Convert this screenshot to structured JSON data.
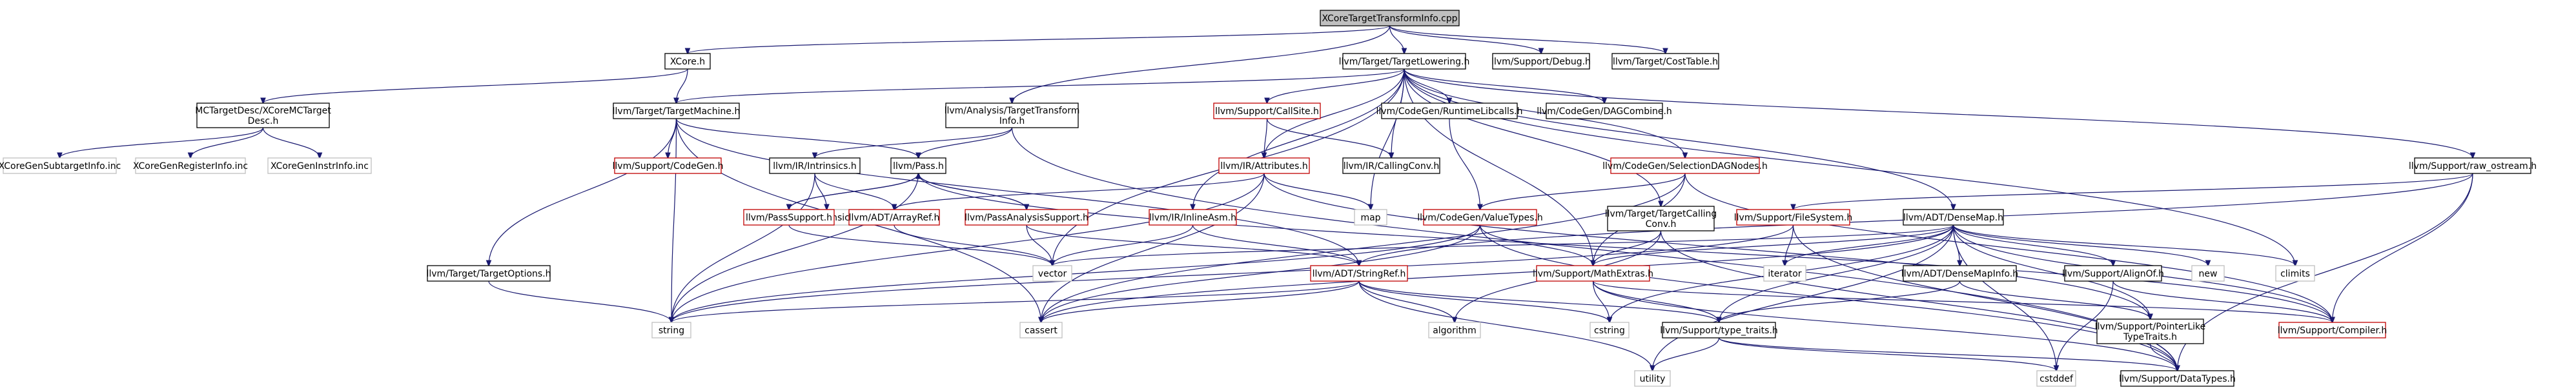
{
  "graph": {
    "root": "root",
    "nodes": [
      {
        "id": "root",
        "lines": [
          "XCoreTargetTransformInfo.cpp"
        ],
        "style": "root"
      },
      {
        "id": "xcore_h",
        "lines": [
          "XCore.h"
        ],
        "style": "normal"
      },
      {
        "id": "tlowering",
        "lines": [
          "llvm/Target/TargetLowering.h"
        ],
        "style": "normal"
      },
      {
        "id": "debug_h",
        "lines": [
          "llvm/Support/Debug.h"
        ],
        "style": "normal"
      },
      {
        "id": "costtable",
        "lines": [
          "llvm/Target/CostTable.h"
        ],
        "style": "normal"
      },
      {
        "id": "mctarget",
        "lines": [
          "MCTargetDesc/XCoreMCTarget",
          "Desc.h"
        ],
        "style": "normal"
      },
      {
        "id": "tmachine",
        "lines": [
          "llvm/Target/TargetMachine.h"
        ],
        "style": "normal"
      },
      {
        "id": "analysis_tti",
        "lines": [
          "llvm/Analysis/TargetTransform",
          "Info.h"
        ],
        "style": "normal"
      },
      {
        "id": "callsite",
        "lines": [
          "llvm/Support/CallSite.h"
        ],
        "style": "red"
      },
      {
        "id": "rtlibcalls",
        "lines": [
          "llvm/CodeGen/RuntimeLibcalls.h"
        ],
        "style": "normal"
      },
      {
        "id": "dagcombine",
        "lines": [
          "llvm/CodeGen/DAGCombine.h"
        ],
        "style": "normal"
      },
      {
        "id": "subtargetinfo",
        "lines": [
          "XCoreGenSubtargetInfo.inc"
        ],
        "style": "gray"
      },
      {
        "id": "registerinfo",
        "lines": [
          "XCoreGenRegisterInfo.inc"
        ],
        "style": "gray"
      },
      {
        "id": "instrinfo",
        "lines": [
          "XCoreGenInstrInfo.inc"
        ],
        "style": "gray"
      },
      {
        "id": "codegen_h",
        "lines": [
          "llvm/Support/CodeGen.h"
        ],
        "style": "red"
      },
      {
        "id": "intrinsics_h",
        "lines": [
          "llvm/IR/Intrinsics.h"
        ],
        "style": "normal"
      },
      {
        "id": "pass_h",
        "lines": [
          "llvm/Pass.h"
        ],
        "style": "normal"
      },
      {
        "id": "attributes_h",
        "lines": [
          "llvm/IR/Attributes.h"
        ],
        "style": "red"
      },
      {
        "id": "callingconv",
        "lines": [
          "llvm/IR/CallingConv.h"
        ],
        "style": "normal"
      },
      {
        "id": "seldag",
        "lines": [
          "llvm/CodeGen/SelectionDAGNodes.h"
        ],
        "style": "red"
      },
      {
        "id": "raw_ostream",
        "lines": [
          "llvm/Support/raw_ostream.h"
        ],
        "style": "normal"
      },
      {
        "id": "intrinsics_gen",
        "lines": [
          "llvm/IR/Intrinsics.gen"
        ],
        "style": "gray"
      },
      {
        "id": "passsupport",
        "lines": [
          "llvm/PassSupport.h"
        ],
        "style": "red"
      },
      {
        "id": "arrayref",
        "lines": [
          "llvm/ADT/ArrayRef.h"
        ],
        "style": "red"
      },
      {
        "id": "passanalysis",
        "lines": [
          "llvm/PassAnalysisSupport.h"
        ],
        "style": "red"
      },
      {
        "id": "inlineasm",
        "lines": [
          "llvm/IR/InlineAsm.h"
        ],
        "style": "red"
      },
      {
        "id": "map",
        "lines": [
          "map"
        ],
        "style": "gray"
      },
      {
        "id": "valuetypes",
        "lines": [
          "llvm/CodeGen/ValueTypes.h"
        ],
        "style": "red"
      },
      {
        "id": "tcallingconv",
        "lines": [
          "llvm/Target/TargetCalling",
          "Conv.h"
        ],
        "style": "normal"
      },
      {
        "id": "filesystem",
        "lines": [
          "llvm/Support/FileSystem.h"
        ],
        "style": "red"
      },
      {
        "id": "densemap",
        "lines": [
          "llvm/ADT/DenseMap.h"
        ],
        "style": "normal"
      },
      {
        "id": "toptions",
        "lines": [
          "llvm/Target/TargetOptions.h"
        ],
        "style": "normal"
      },
      {
        "id": "vector",
        "lines": [
          "vector"
        ],
        "style": "gray"
      },
      {
        "id": "stringref",
        "lines": [
          "llvm/ADT/StringRef.h"
        ],
        "style": "red"
      },
      {
        "id": "mathextras",
        "lines": [
          "llvm/Support/MathExtras.h"
        ],
        "style": "red"
      },
      {
        "id": "iterator",
        "lines": [
          "iterator"
        ],
        "style": "gray"
      },
      {
        "id": "densemapinfo",
        "lines": [
          "llvm/ADT/DenseMapInfo.h"
        ],
        "style": "normal"
      },
      {
        "id": "alignof",
        "lines": [
          "llvm/Support/AlignOf.h"
        ],
        "style": "normal"
      },
      {
        "id": "new",
        "lines": [
          "new"
        ],
        "style": "gray"
      },
      {
        "id": "climits",
        "lines": [
          "climits"
        ],
        "style": "gray"
      },
      {
        "id": "string",
        "lines": [
          "string"
        ],
        "style": "gray"
      },
      {
        "id": "cassert",
        "lines": [
          "cassert"
        ],
        "style": "gray"
      },
      {
        "id": "algorithm",
        "lines": [
          "algorithm"
        ],
        "style": "gray"
      },
      {
        "id": "cstring",
        "lines": [
          "cstring"
        ],
        "style": "gray"
      },
      {
        "id": "type_traits",
        "lines": [
          "llvm/Support/type_traits.h"
        ],
        "style": "normal"
      },
      {
        "id": "ptrlike",
        "lines": [
          "llvm/Support/PointerLike",
          "TypeTraits.h"
        ],
        "style": "normal"
      },
      {
        "id": "compiler",
        "lines": [
          "llvm/Support/Compiler.h"
        ],
        "style": "red"
      },
      {
        "id": "utility",
        "lines": [
          "utility"
        ],
        "style": "gray"
      },
      {
        "id": "cstddef",
        "lines": [
          "cstddef"
        ],
        "style": "gray"
      },
      {
        "id": "datatypes",
        "lines": [
          "llvm/Support/DataTypes.h"
        ],
        "style": "normal"
      }
    ],
    "edges": [
      [
        "root",
        "xcore_h"
      ],
      [
        "root",
        "tlowering"
      ],
      [
        "root",
        "debug_h"
      ],
      [
        "root",
        "costtable"
      ],
      [
        "root",
        "analysis_tti"
      ],
      [
        "xcore_h",
        "mctarget"
      ],
      [
        "xcore_h",
        "tmachine"
      ],
      [
        "mctarget",
        "subtargetinfo"
      ],
      [
        "mctarget",
        "registerinfo"
      ],
      [
        "mctarget",
        "instrinfo"
      ],
      [
        "tlowering",
        "tmachine"
      ],
      [
        "tlowering",
        "callsite"
      ],
      [
        "tlowering",
        "rtlibcalls"
      ],
      [
        "tlowering",
        "dagcombine"
      ],
      [
        "tlowering",
        "attributes_h"
      ],
      [
        "tlowering",
        "callingconv"
      ],
      [
        "tlowering",
        "seldag"
      ],
      [
        "tlowering",
        "raw_ostream"
      ],
      [
        "tlowering",
        "inlineasm"
      ],
      [
        "tlowering",
        "map"
      ],
      [
        "tlowering",
        "tcallingconv"
      ],
      [
        "tlowering",
        "densemap"
      ],
      [
        "tlowering",
        "vector"
      ],
      [
        "tlowering",
        "climits"
      ],
      [
        "tlowering",
        "mathextras"
      ],
      [
        "tmachine",
        "codegen_h"
      ],
      [
        "tmachine",
        "pass_h"
      ],
      [
        "tmachine",
        "toptions"
      ],
      [
        "tmachine",
        "stringref"
      ],
      [
        "tmachine",
        "string"
      ],
      [
        "tmachine",
        "cassert"
      ],
      [
        "analysis_tti",
        "intrinsics_h"
      ],
      [
        "analysis_tti",
        "pass_h"
      ],
      [
        "analysis_tti",
        "datatypes"
      ],
      [
        "callsite",
        "attributes_h"
      ],
      [
        "callsite",
        "callingconv"
      ],
      [
        "rtlibcalls",
        "valuetypes"
      ],
      [
        "intrinsics_h",
        "intrinsics_gen"
      ],
      [
        "intrinsics_h",
        "arrayref"
      ],
      [
        "intrinsics_h",
        "string"
      ],
      [
        "pass_h",
        "passsupport"
      ],
      [
        "pass_h",
        "passanalysis"
      ],
      [
        "pass_h",
        "compiler"
      ],
      [
        "pass_h",
        "string"
      ],
      [
        "passsupport",
        "pass_h"
      ],
      [
        "passanalysis",
        "pass_h"
      ],
      [
        "passsupport",
        "vector"
      ],
      [
        "passanalysis",
        "vector"
      ],
      [
        "passanalysis",
        "stringref"
      ],
      [
        "arrayref",
        "vector"
      ],
      [
        "attributes_h",
        "arrayref"
      ],
      [
        "attributes_h",
        "map"
      ],
      [
        "attributes_h",
        "string"
      ],
      [
        "attributes_h",
        "cassert"
      ],
      [
        "attributes_h",
        "ptrlike"
      ],
      [
        "inlineasm",
        "vector"
      ],
      [
        "inlineasm",
        "stringref"
      ],
      [
        "seldag",
        "valuetypes"
      ],
      [
        "seldag",
        "mathextras"
      ],
      [
        "seldag",
        "cassert"
      ],
      [
        "seldag",
        "compiler"
      ],
      [
        "valuetypes",
        "mathextras"
      ],
      [
        "valuetypes",
        "string"
      ],
      [
        "valuetypes",
        "cassert"
      ],
      [
        "valuetypes",
        "datatypes"
      ],
      [
        "raw_ostream",
        "filesystem"
      ],
      [
        "raw_ostream",
        "stringref"
      ],
      [
        "raw_ostream",
        "compiler"
      ],
      [
        "raw_ostream",
        "datatypes"
      ],
      [
        "filesystem",
        "iterator"
      ],
      [
        "filesystem",
        "datatypes"
      ],
      [
        "filesystem",
        "string"
      ],
      [
        "tcallingconv",
        "mathextras"
      ],
      [
        "tcallingconv",
        "algorithm"
      ],
      [
        "tcallingconv",
        "datatypes"
      ],
      [
        "densemap",
        "densemapinfo"
      ],
      [
        "densemap",
        "alignof"
      ],
      [
        "densemap",
        "mathextras"
      ],
      [
        "densemap",
        "ptrlike"
      ],
      [
        "densemap",
        "type_traits"
      ],
      [
        "densemap",
        "new"
      ],
      [
        "densemap",
        "climits"
      ],
      [
        "densemap",
        "iterator"
      ],
      [
        "densemap",
        "cstring"
      ],
      [
        "densemap",
        "cassert"
      ],
      [
        "densemap",
        "utility"
      ],
      [
        "densemap",
        "cstddef"
      ],
      [
        "densemap",
        "compiler"
      ],
      [
        "densemap",
        "vector"
      ],
      [
        "densemapinfo",
        "ptrlike"
      ],
      [
        "densemapinfo",
        "type_traits"
      ],
      [
        "alignof",
        "compiler"
      ],
      [
        "alignof",
        "cstddef"
      ],
      [
        "toptions",
        "string"
      ],
      [
        "stringref",
        "type_traits"
      ],
      [
        "stringref",
        "algorithm"
      ],
      [
        "stringref",
        "cassert"
      ],
      [
        "stringref",
        "cstring"
      ],
      [
        "stringref",
        "string"
      ],
      [
        "stringref",
        "utility"
      ],
      [
        "mathextras",
        "type_traits"
      ],
      [
        "mathextras",
        "cstring"
      ],
      [
        "mathextras",
        "compiler"
      ],
      [
        "mathextras",
        "datatypes"
      ],
      [
        "type_traits",
        "utility"
      ],
      [
        "type_traits",
        "cstddef"
      ],
      [
        "type_traits",
        "datatypes"
      ],
      [
        "ptrlike",
        "datatypes"
      ]
    ]
  }
}
